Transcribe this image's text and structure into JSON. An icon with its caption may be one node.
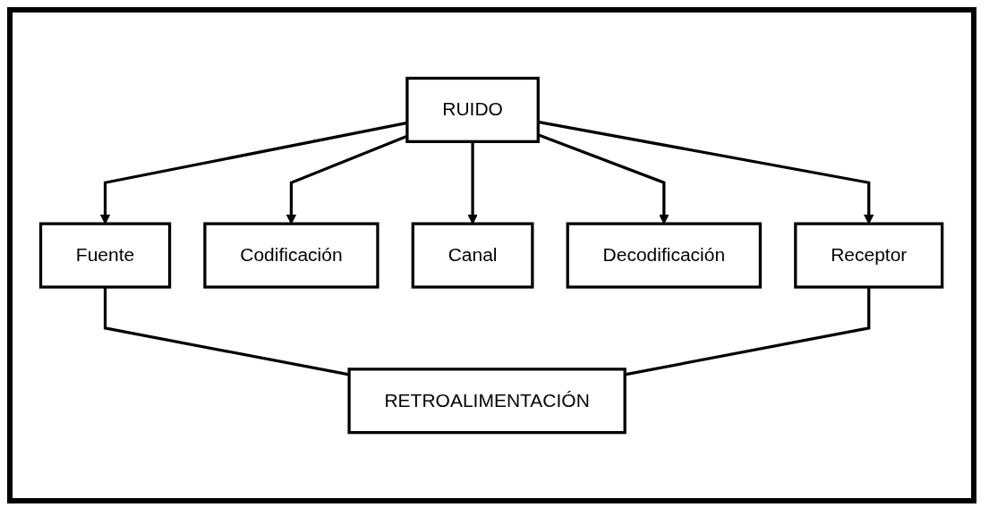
{
  "diagram": {
    "nodes": [
      {
        "text": [
          "RUIDO"
        ]
      },
      {
        "text": [
          "Fuente"
        ]
      },
      {
        "text": [
          "Codificación"
        ]
      },
      {
        "text": [
          "Canal"
        ]
      },
      {
        "text": [
          "Decodificación"
        ]
      },
      {
        "text": [
          "Receptor"
        ]
      },
      {
        "text": [
          "RETROALIMENTACIÓN"
        ]
      }
    ],
    "edges": [
      {
        "from": 0,
        "to": 1,
        "arrow": "to"
      },
      {
        "from": 0,
        "to": 2,
        "arrow": "to"
      },
      {
        "from": 0,
        "to": 3,
        "arrow": "to"
      },
      {
        "from": 0,
        "to": 4,
        "arrow": "to"
      },
      {
        "from": 0,
        "to": 5,
        "arrow": "to"
      },
      {
        "from": 1,
        "to": 6,
        "arrow": "none"
      },
      {
        "from": 5,
        "to": 6,
        "arrow": "none"
      }
    ]
  }
}
